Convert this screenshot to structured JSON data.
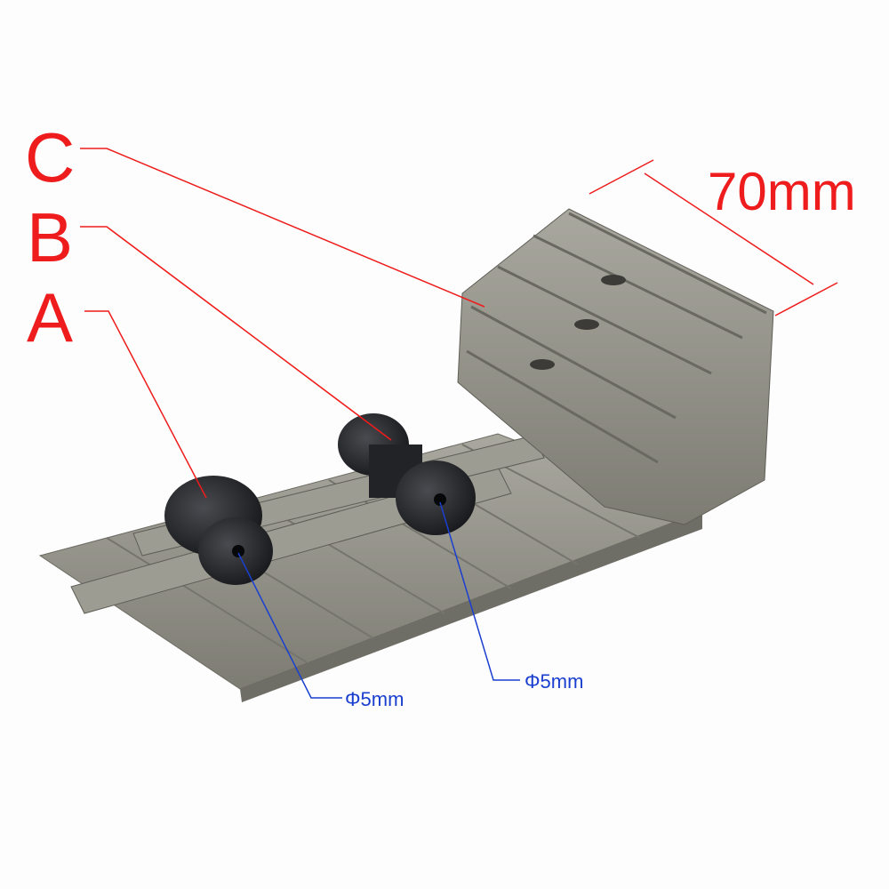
{
  "labels": {
    "c": "C",
    "b": "B",
    "a": "A"
  },
  "dimension": "70mm",
  "diameters": [
    "Φ5mm",
    "Φ5mm"
  ],
  "colors": {
    "annotation_red": "#ee1c1c",
    "annotation_blue": "#1a3fd0",
    "steel": "#8f8e84",
    "roller": "#1e1f22"
  }
}
